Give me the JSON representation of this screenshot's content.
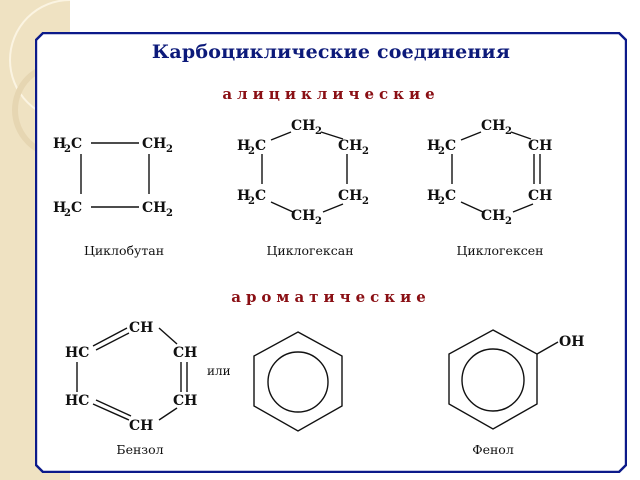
{
  "slide": {
    "title": "Карбоциклические соединения",
    "sections": {
      "alicyclic": "алициклические",
      "aromatic": "ароматические"
    },
    "colors": {
      "title": "#0c1a7a",
      "section": "#8a0f14",
      "frame_border": "#0c1a8a",
      "side_strip": "#efe2c2"
    },
    "molecules": [
      {
        "name": "Циклобутан",
        "atoms": [
          "H2C",
          "CH2",
          "H2C",
          "CH2"
        ],
        "bonds": "single"
      },
      {
        "name": "Циклогексан",
        "atoms": [
          "CH2",
          "H2C",
          "CH2",
          "H2C",
          "CH2",
          "CH2"
        ],
        "bonds": "single"
      },
      {
        "name": "Циклогексен",
        "atoms": [
          "CH2",
          "H2C",
          "CH",
          "H2C",
          "CH",
          "CH2"
        ],
        "bonds": "one double bond between CH=CH"
      },
      {
        "name": "Бензол",
        "atoms": [
          "CH",
          "HC",
          "CH",
          "HC",
          "CH",
          "CH"
        ],
        "bonds": "alternating double bonds",
        "alt_notation": "или"
      },
      {
        "name": "Фенол",
        "substituent": "OH"
      }
    ]
  }
}
